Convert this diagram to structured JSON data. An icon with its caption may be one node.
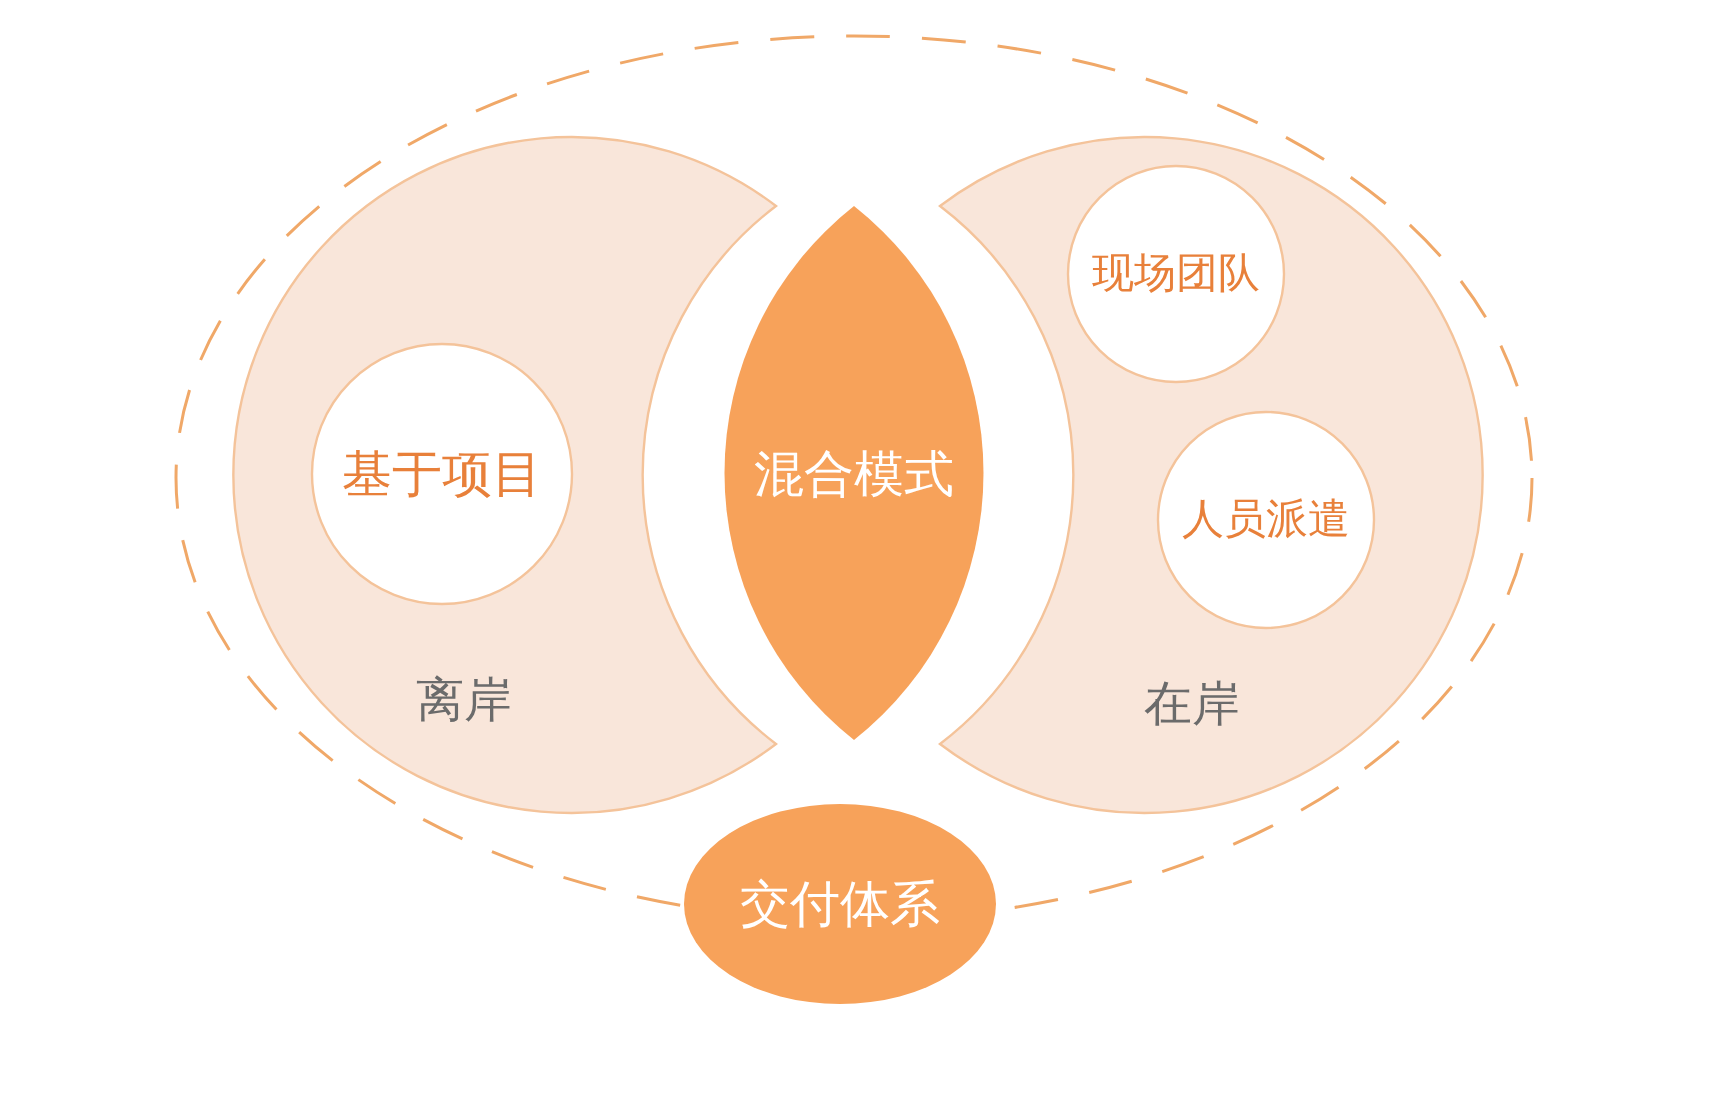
{
  "diagram": {
    "nodes": [
      {
        "text": [
          "离岸"
        ]
      },
      {
        "text": [
          "基于项目"
        ],
        "in": 0
      },
      {
        "text": [
          "混合模式"
        ]
      },
      {
        "text": [
          "在岸"
        ]
      },
      {
        "text": [
          "现场团队"
        ],
        "in": 3
      },
      {
        "text": [
          "人员派遣"
        ],
        "in": 3
      },
      {
        "text": [
          "交付体系"
        ]
      }
    ]
  }
}
